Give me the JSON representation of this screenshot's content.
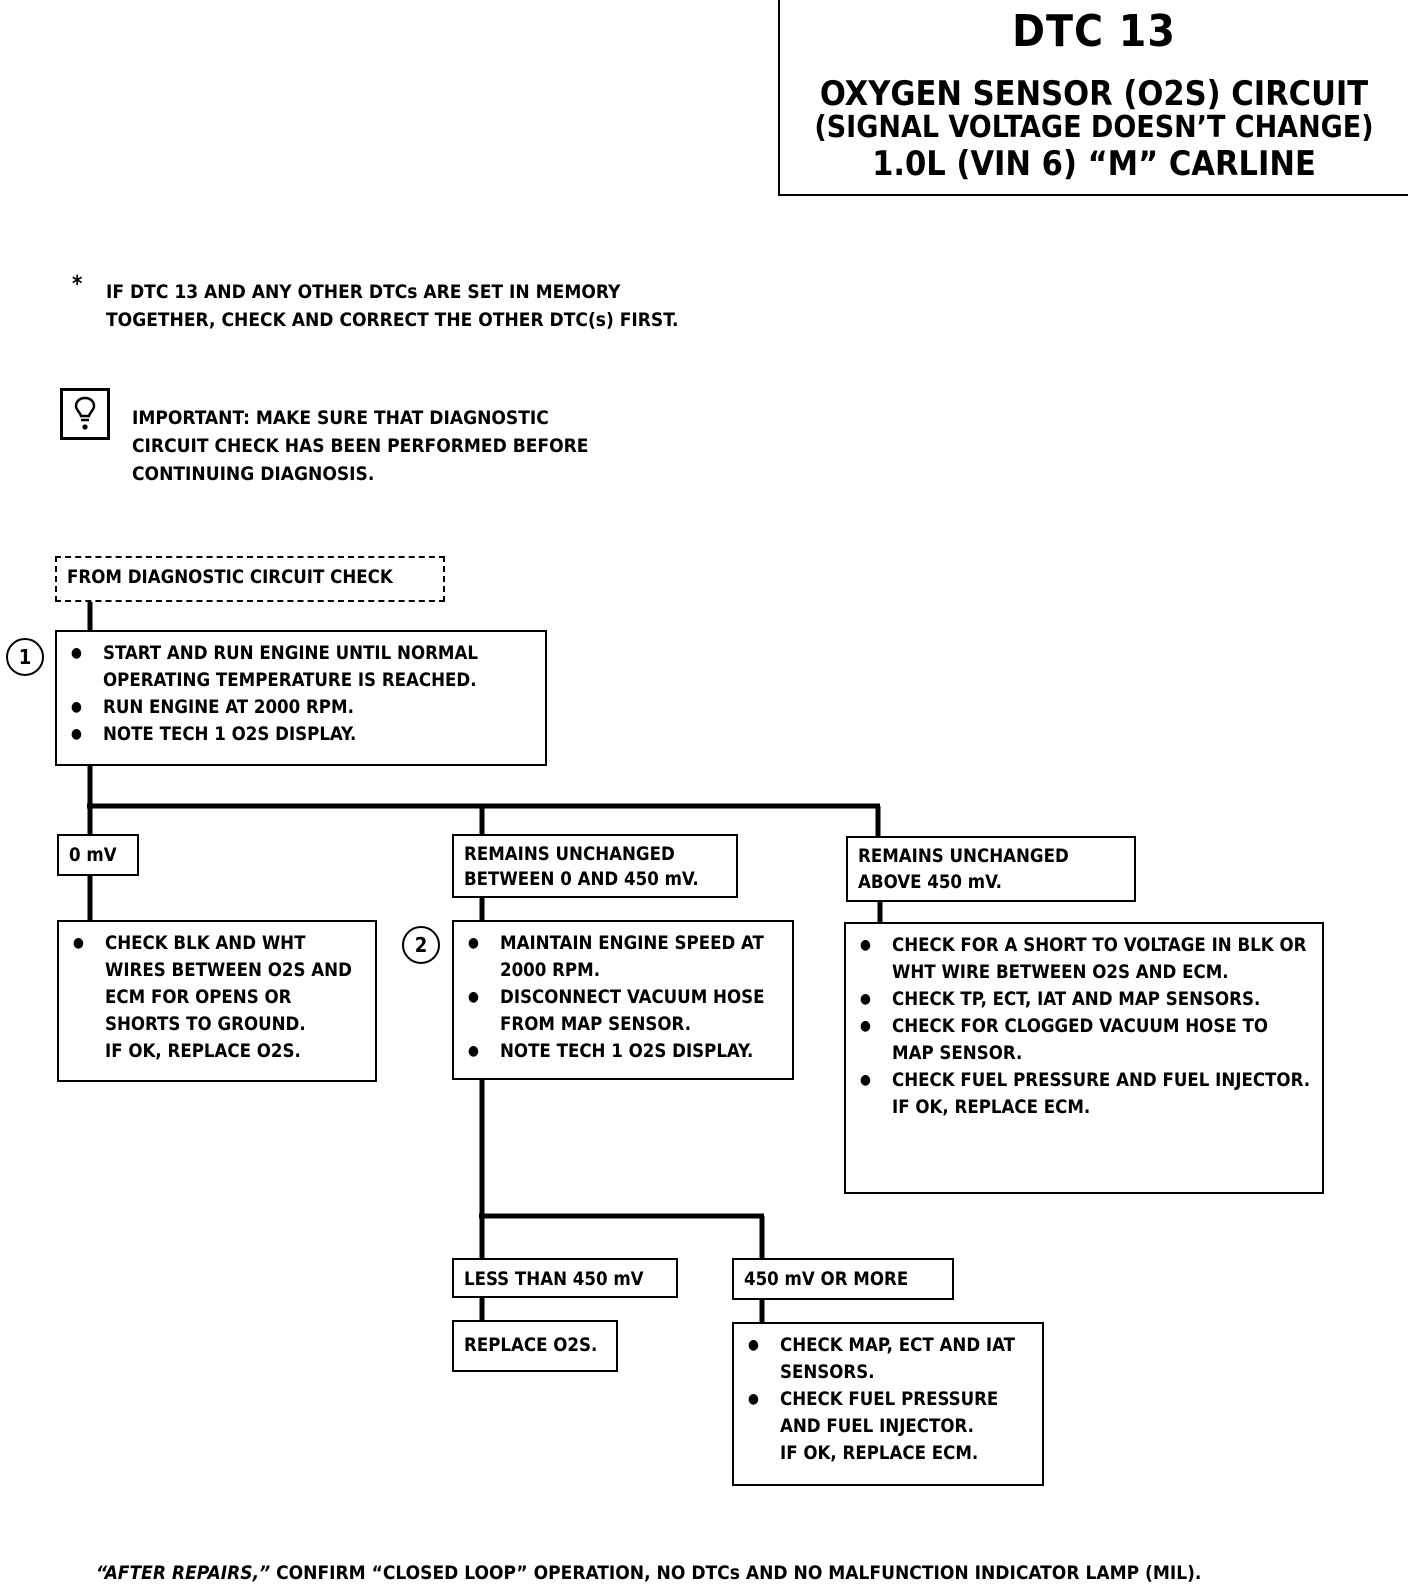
{
  "header": {
    "code": "DTC 13",
    "line1": "OXYGEN SENSOR (O2S) CIRCUIT",
    "line2": "(SIGNAL VOLTAGE DOESN’T CHANGE)",
    "line3": "1.0L  (VIN 6)  “M”  CARLINE"
  },
  "notes": {
    "star": "*",
    "memory_note_l1": "IF DTC 13 AND ANY OTHER  DTCs ARE SET IN MEMORY",
    "memory_note_l2": "TOGETHER, CHECK AND CORRECT THE OTHER DTC(s) FIRST.",
    "important_l1": "IMPORTANT:  MAKE SURE THAT DIAGNOSTIC",
    "important_l2": "CIRCUIT CHECK HAS BEEN PERFORMED BEFORE",
    "important_l3": "CONTINUING DIAGNOSIS.",
    "important_icon": "caution-bulb-icon"
  },
  "flow": {
    "start": "FROM DIAGNOSTIC CIRCUIT CHECK",
    "step1": {
      "num": "1",
      "items": [
        "START AND RUN ENGINE UNTIL NORMAL OPERATING TEMPERATURE IS REACHED.",
        "RUN ENGINE AT 2000 RPM.",
        "NOTE TECH 1 O2S DISPLAY."
      ]
    },
    "result_a": "0 mV",
    "result_b_l1": "REMAINS UNCHANGED",
    "result_b_l2": "BETWEEN 0 AND 450 mV.",
    "result_c_l1": "REMAINS UNCHANGED",
    "result_c_l2": "ABOVE  450 mV.",
    "action_a": {
      "items": [
        "CHECK BLK AND WHT WIRES BETWEEN O2S AND ECM FOR OPENS OR SHORTS TO GROUND."
      ],
      "tail": "IF OK, REPLACE O2S."
    },
    "step2": {
      "num": "2",
      "items": [
        "MAINTAIN ENGINE SPEED AT 2000 RPM.",
        "DISCONNECT VACUUM HOSE FROM MAP SENSOR.",
        "NOTE TECH 1 O2S DISPLAY."
      ]
    },
    "action_c": {
      "items": [
        "CHECK FOR A SHORT TO VOLTAGE IN BLK OR WHT WIRE BETWEEN O2S AND ECM.",
        "CHECK TP, ECT, IAT AND MAP SENSORS.",
        "CHECK FOR CLOGGED VACUUM HOSE TO MAP SENSOR.",
        "CHECK FUEL PRESSURE AND FUEL INJECTOR."
      ],
      "tail": "IF OK, REPLACE ECM."
    },
    "result_d": "LESS THAN 450 mV",
    "result_e": "450 mV OR MORE",
    "action_d": "REPLACE O2S.",
    "action_e": {
      "items": [
        "CHECK MAP, ECT AND IAT SENSORS.",
        "CHECK FUEL PRESSURE AND FUEL INJECTOR."
      ],
      "tail": "IF OK, REPLACE ECM."
    }
  },
  "footer": {
    "after_repairs": "“AFTER REPAIRS,”",
    "rest": " CONFIRM “CLOSED LOOP” OPERATION, NO DTCs AND NO MALFUNCTION INDICATOR LAMP (MIL)."
  }
}
